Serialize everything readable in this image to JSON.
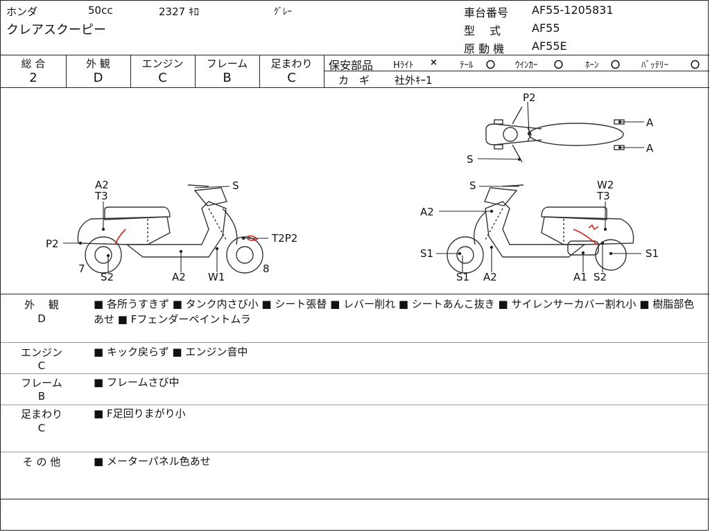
{
  "header": {
    "maker": "ホンダ",
    "displacement": "50cc",
    "mileage": "2327 ｷﾛ",
    "color": "ｸﾞﾚｰ",
    "model_name": "クレアスクーピー",
    "frame_no_label": "車台番号",
    "frame_no": "AF55-1205831",
    "type_label": "型　 式",
    "type_value": "AF55",
    "engine_label": "原 動 機",
    "engine_value": "AF55E"
  },
  "grades": [
    {
      "label": "総 合",
      "value": "2"
    },
    {
      "label": "外 観",
      "value": "D"
    },
    {
      "label": "エンジン",
      "value": "C"
    },
    {
      "label": "フレーム",
      "value": "B"
    },
    {
      "label": "足まわり",
      "value": "C"
    }
  ],
  "safety": {
    "label": "保安部品",
    "items": [
      {
        "name": "Hﾗｲﾄ",
        "mark": "×"
      },
      {
        "name": "ﾃｰﾙ",
        "mark": "〇"
      },
      {
        "name": "ｳｲﾝｶｰ",
        "mark": "〇"
      },
      {
        "name": "ﾎｰﾝ",
        "mark": "〇"
      },
      {
        "name": "ﾊﾞｯﾃﾘｰ",
        "mark": "〇"
      }
    ],
    "key_label": "カ　ギ",
    "key_value": "社外ｷｰ1"
  },
  "diagram_labels": {
    "top_p2": "P2",
    "top_a1": "A",
    "top_a2": "A",
    "top_s": "S",
    "left_a2": "A2",
    "left_t3": "T3",
    "left_s": "S",
    "left_p2": "P2",
    "left_7": "7",
    "left_s2": "S2",
    "left_a2b": "A2",
    "left_w1": "W1",
    "left_t2p2": "T2P2",
    "left_8": "8",
    "right_s": "S",
    "right_w2": "W2",
    "right_t3": "T3",
    "right_a2": "A2",
    "right_s1": "S1",
    "right_s1b": "S1",
    "right_a2b": "A2",
    "right_a1": "A1",
    "right_s2": "S2",
    "right_s1c": "S1"
  },
  "remarks": [
    {
      "label": "外　 観",
      "grade": "D",
      "text": "■ 各所うすきず ■ タンク内さび小 ■ シート張替 ■ レバー削れ ■ シートあんこ抜き ■ サイレンサーカバー割れ小 ■ 樹脂部色あせ ■ Fフェンダーペイントムラ"
    },
    {
      "label": "エンジン",
      "grade": "C",
      "text": "■ キック戻らず ■ エンジン音中"
    },
    {
      "label": "フレーム",
      "grade": "B",
      "text": "■ フレームさび中"
    },
    {
      "label": "足まわり",
      "grade": "C",
      "text": "■ F足回りまがり小"
    },
    {
      "label": "そ の 他",
      "grade": "",
      "text": "■ メーターパネル色あせ"
    }
  ],
  "colors": {
    "line": "#222222",
    "damage_mark": "#cc1f1f"
  }
}
